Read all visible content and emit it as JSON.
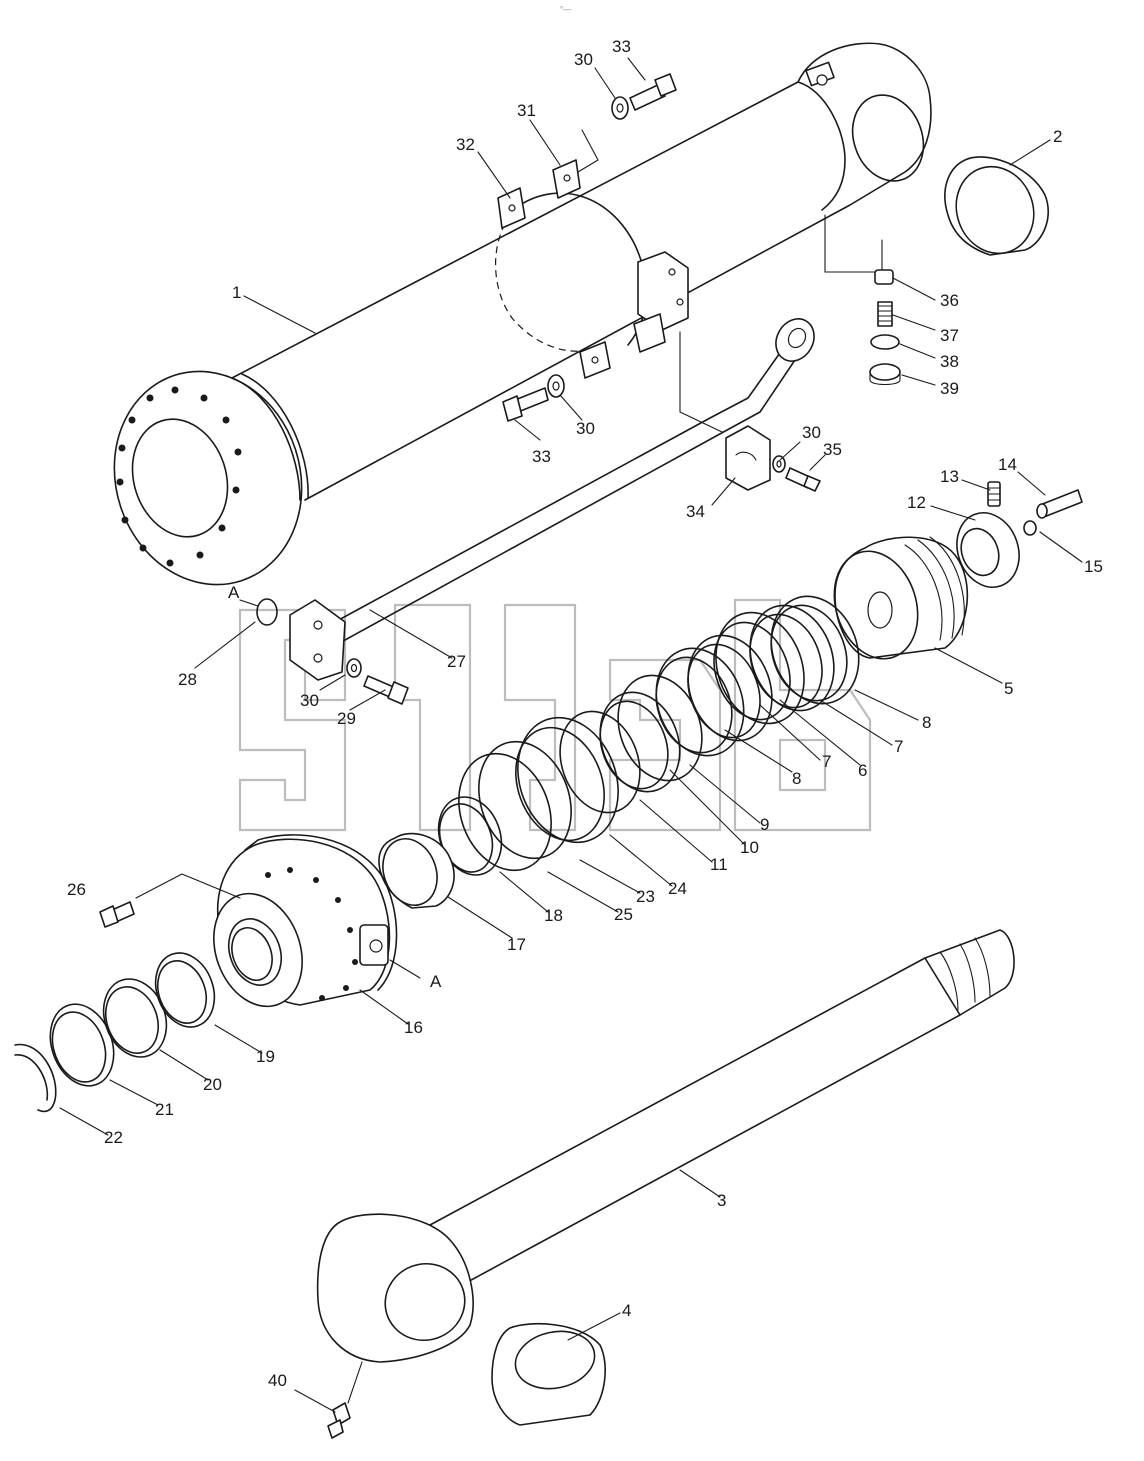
{
  "corner_mark": "°—",
  "watermark": {
    "trademark": "TM"
  },
  "labels": {
    "n1": "1",
    "n2": "2",
    "n3": "3",
    "n4": "4",
    "n5": "5",
    "n6": "6",
    "n7a": "7",
    "n7b": "7",
    "n8a": "8",
    "n8b": "8",
    "n9": "9",
    "n10": "10",
    "n11": "11",
    "n12": "12",
    "n13": "13",
    "n14": "14",
    "n15": "15",
    "n16": "16",
    "n17": "17",
    "n18": "18",
    "n19": "19",
    "n20": "20",
    "n21": "21",
    "n22": "22",
    "n23": "23",
    "n24": "24",
    "n25": "25",
    "n26": "26",
    "n27": "27",
    "n28": "28",
    "n29": "29",
    "n30a": "30",
    "n30b": "30",
    "n30c": "30",
    "n30d": "30",
    "n31": "31",
    "n32": "32",
    "n33a": "33",
    "n33b": "33",
    "n34": "34",
    "n35": "35",
    "n36": "36",
    "n37": "37",
    "n38": "38",
    "n39": "39",
    "n40": "40",
    "a_top": "A",
    "a_bottom": "A"
  }
}
